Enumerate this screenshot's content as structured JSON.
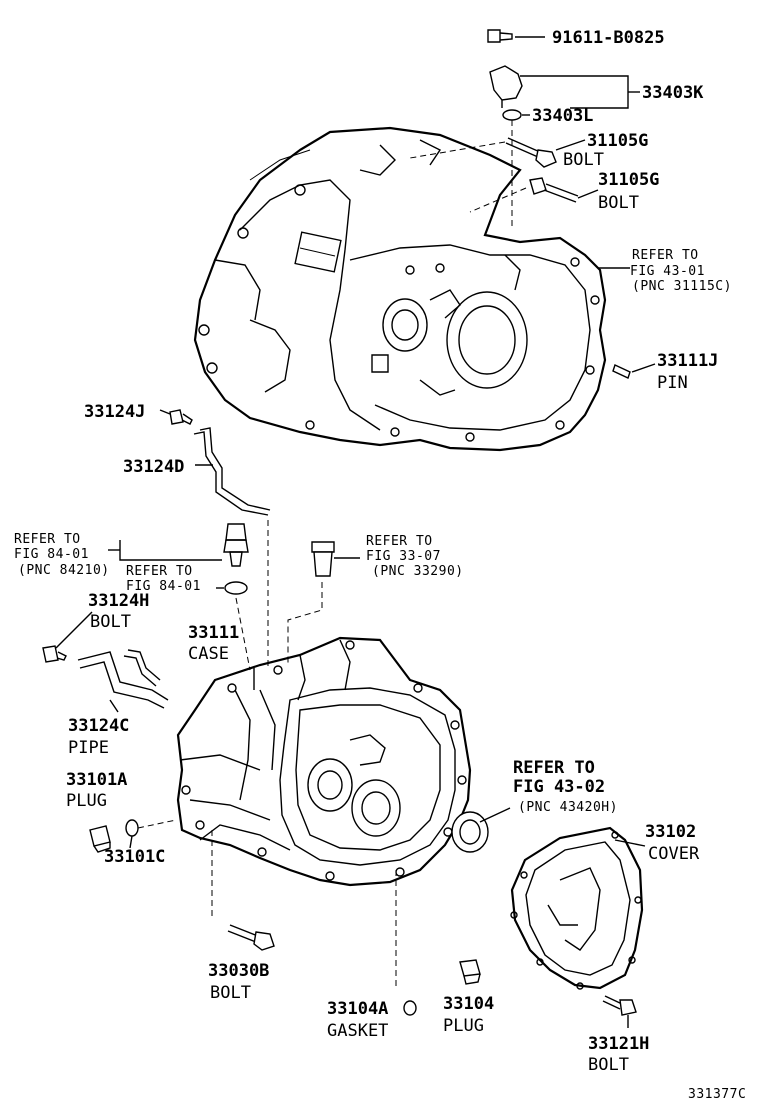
{
  "diagram_id": "331377C",
  "parts": {
    "p91611": {
      "number": "91611-B0825"
    },
    "p33403K": {
      "number": "33403K"
    },
    "p33403L": {
      "number": "33403L"
    },
    "p31105G_a": {
      "number": "31105G",
      "desc": "BOLT"
    },
    "p31105G_b": {
      "number": "31105G",
      "desc": "BOLT"
    },
    "p33111J": {
      "number": "33111J",
      "desc": "PIN"
    },
    "p33124J": {
      "number": "33124J"
    },
    "p33124D": {
      "number": "33124D"
    },
    "p33124H": {
      "number": "33124H",
      "desc": "BOLT"
    },
    "p33111": {
      "number": "33111",
      "desc": "CASE"
    },
    "p33124C": {
      "number": "33124C",
      "desc": "PIPE"
    },
    "p33101A": {
      "number": "33101A",
      "desc": "PLUG"
    },
    "p33101C": {
      "number": "33101C"
    },
    "p33102": {
      "number": "33102",
      "desc": "COVER"
    },
    "p33030B": {
      "number": "33030B",
      "desc": "BOLT"
    },
    "p33104A": {
      "number": "33104A",
      "desc": "GASKET"
    },
    "p33104": {
      "number": "33104",
      "desc": "PLUG"
    },
    "p33121H": {
      "number": "33121H",
      "desc": "BOLT"
    }
  },
  "refs": {
    "r43_01": {
      "l1": "REFER TO",
      "l2": "FIG 43-01",
      "l3": "(PNC 31115C)"
    },
    "r84_01a": {
      "l1": "REFER TO",
      "l2": "FIG 84-01",
      "l3": "(PNC 84210)"
    },
    "r84_01b": {
      "l1": "REFER TO",
      "l2": "FIG 84-01"
    },
    "r33_07": {
      "l1": "REFER TO",
      "l2": "FIG 33-07",
      "l3": "(PNC 33290)"
    },
    "r43_02": {
      "l1": "REFER TO",
      "l2": "FIG 43-02",
      "l3": "(PNC 43420H)"
    }
  }
}
